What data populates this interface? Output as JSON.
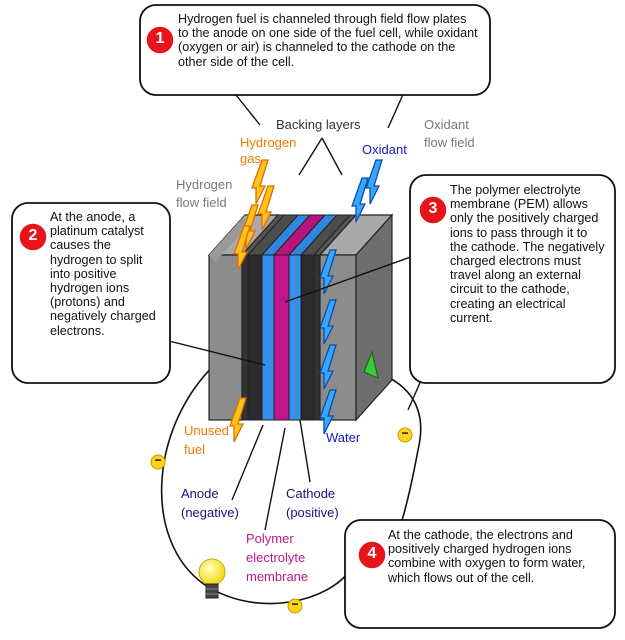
{
  "callouts": [
    {
      "number": "1",
      "text": "Hydrogen fuel is channeled through field flow plates to the anode on one side of the fuel cell, while oxidant (oxygen or air) is channeled to the cathode on the other side of the cell."
    },
    {
      "number": "2",
      "text": "At the anode, a platinum catalyst causes the hydrogen to split into positive hydrogen ions (protons) and negatively charged electrons."
    },
    {
      "number": "3",
      "text": "The polymer electrolyte membrane (PEM) allows only the positively charged ions to pass through it to the cathode. The negatively charged electrons must travel along an external circuit to the cathode, creating an electrical current."
    },
    {
      "number": "4",
      "text": "At the cathode, the electrons and positively charged hydrogen ions combine with oxygen to form water, which flows out of the cell."
    }
  ],
  "labels": {
    "backing_layers": "Backing layers",
    "hydrogen_gas_1": "Hydrogen",
    "hydrogen_gas_2": "gas",
    "oxidant": "Oxidant",
    "oxidant_flow_1": "Oxidant",
    "oxidant_flow_2": "flow field",
    "hydrogen_flow_1": "Hydrogen",
    "hydrogen_flow_2": "flow field",
    "unused_fuel_1": "Unused",
    "unused_fuel_2": "fuel",
    "water": "Water",
    "anode_1": "Anode",
    "anode_2": "(negative)",
    "cathode_1": "Cathode",
    "cathode_2": "(positive)",
    "pem_1": "Polymer",
    "pem_2": "electrolyte",
    "pem_3": "membrane",
    "electron_symbol": "−"
  },
  "colors": {
    "badge_red": "#e8141c",
    "hydrogen_orange": "#f27a00",
    "oxidant_blue": "#1f8ef0",
    "membrane_magenta": "#c0168a",
    "anode_blue": "#3a8ee8",
    "plate_gray": "#8c8c8c",
    "electron_yellow": "#ffd21a"
  }
}
